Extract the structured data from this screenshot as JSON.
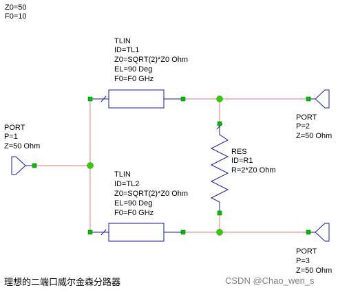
{
  "variables": [
    "Z0=50",
    "F0=10"
  ],
  "tl1": {
    "lines": [
      "TLIN",
      "ID=TL1",
      "Z0=SQRT(2)*Z0 Ohm",
      "EL=90 Deg",
      "F0=F0 GHz"
    ]
  },
  "tl2": {
    "lines": [
      "TLIN",
      "ID=TL2",
      "Z0=SQRT(2)*Z0 Ohm",
      "EL=90 Deg",
      "F0=F0 GHz"
    ]
  },
  "res": {
    "lines": [
      "RES",
      "ID=R1",
      "R=2*Z0 Ohm"
    ]
  },
  "port1": {
    "lines": [
      "PORT",
      "P=1",
      "Z=50 Ohm"
    ]
  },
  "port2": {
    "lines": [
      "PORT",
      "P=2",
      "Z=50 Ohm"
    ]
  },
  "port3": {
    "lines": [
      "PORT",
      "P=3",
      "Z=50 Ohm"
    ]
  },
  "caption": "理想的二端口威尔金森分路器",
  "watermark": "CSDN @Chao_wen_s",
  "colors": {
    "wire": "#e2787c",
    "component": "#1a1aa6",
    "node": "#00c000",
    "junction": "#33cc00"
  }
}
